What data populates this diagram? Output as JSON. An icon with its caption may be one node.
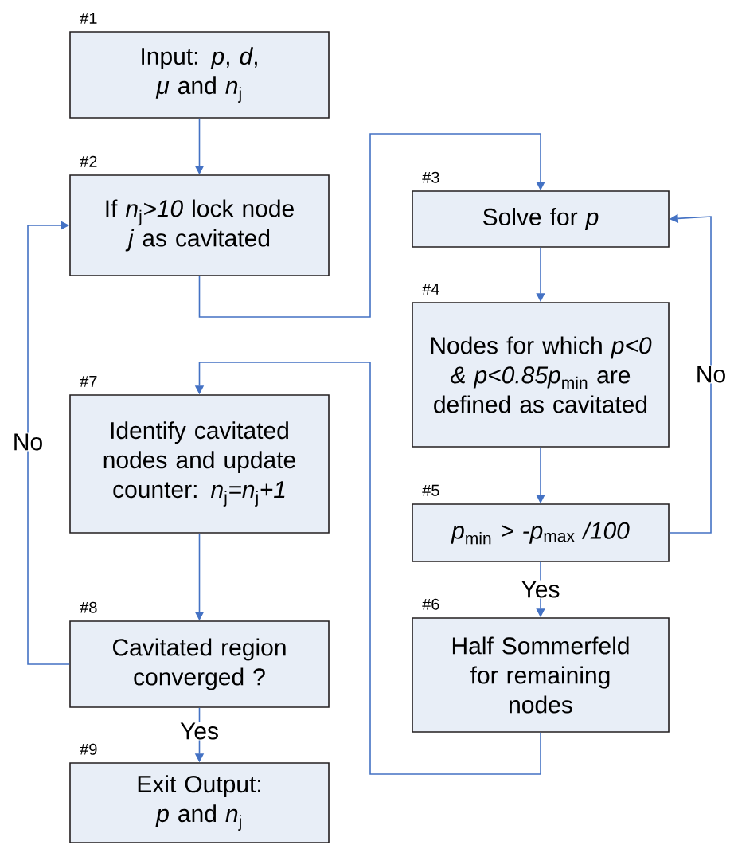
{
  "diagram": {
    "nodes": [
      {
        "text": [
          "#1",
          "Input: *p*, *d*, *μ* and *n*$_{j}$"
        ]
      },
      {
        "text": [
          "#2",
          "If *n*$_{j}$*>10* lock node *j* as cavitated"
        ]
      },
      {
        "text": [
          "#3",
          "Solve for *p*"
        ]
      },
      {
        "text": [
          "#4",
          "Nodes for which *p<0 & p<0.85p*$_{min}$ are defined as cavitated"
        ]
      },
      {
        "text": [
          "#5",
          "*p*$_{min}$ *> -p*$_{max}$ */100*"
        ]
      },
      {
        "text": [
          "#6",
          "Half Sommerfeld for remaining nodes"
        ]
      },
      {
        "text": [
          "#7",
          "Identify cavitated nodes and update counter: *n*$_{j}$*=n*$_{j}$*+1*"
        ]
      },
      {
        "text": [
          "#8",
          "Cavitated region converged ?"
        ]
      },
      {
        "text": [
          "#9",
          "Exit Output: *p* and *n*$_{j}$"
        ]
      }
    ],
    "edges": [
      {
        "from": 0,
        "to": 1,
        "arrow": "to"
      },
      {
        "from": 1,
        "to": 2,
        "arrow": "to"
      },
      {
        "from": 2,
        "to": 3,
        "arrow": "to"
      },
      {
        "from": 3,
        "to": 4,
        "arrow": "to"
      },
      {
        "from": 4,
        "to": 5,
        "arrow": "to",
        "label": "Yes"
      },
      {
        "from": 4,
        "to": 2,
        "arrow": "to",
        "label": "No"
      },
      {
        "from": 5,
        "to": 6,
        "arrow": "to"
      },
      {
        "from": 6,
        "to": 7,
        "arrow": "to"
      },
      {
        "from": 7,
        "to": 8,
        "arrow": "to",
        "label": "Yes"
      },
      {
        "from": 7,
        "to": 1,
        "arrow": "to",
        "label": "No"
      }
    ]
  }
}
